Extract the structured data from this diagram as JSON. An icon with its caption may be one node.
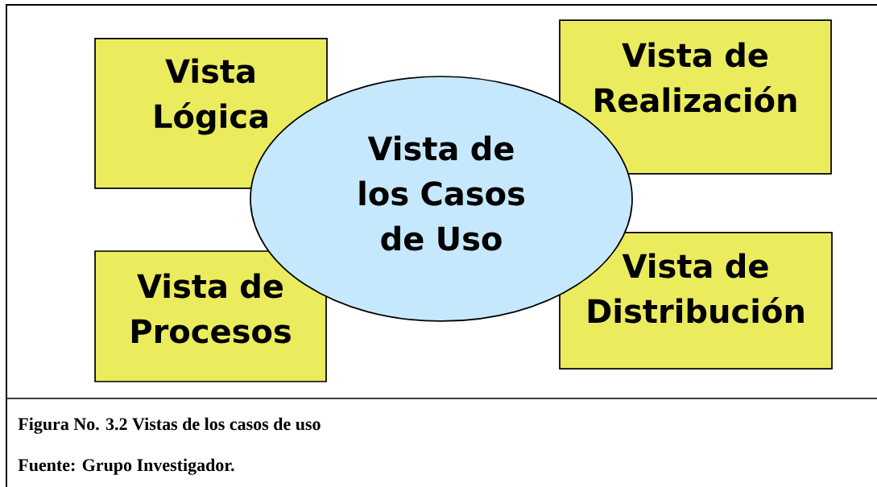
{
  "diagram": {
    "caption": "Figura No. 3.2 Vistas de los casos de uso",
    "nodes": [
      {
        "text": [
          "Vista Lógica"
        ]
      },
      {
        "text": [
          "Vista de Realización"
        ]
      },
      {
        "text": [
          "Vista de los Casos de Uso"
        ]
      },
      {
        "text": [
          "Vista de Procesos"
        ]
      },
      {
        "text": [
          "Vista de Distribución"
        ]
      }
    ],
    "labels": [
      "Fuente: Grupo Investigador."
    ]
  }
}
